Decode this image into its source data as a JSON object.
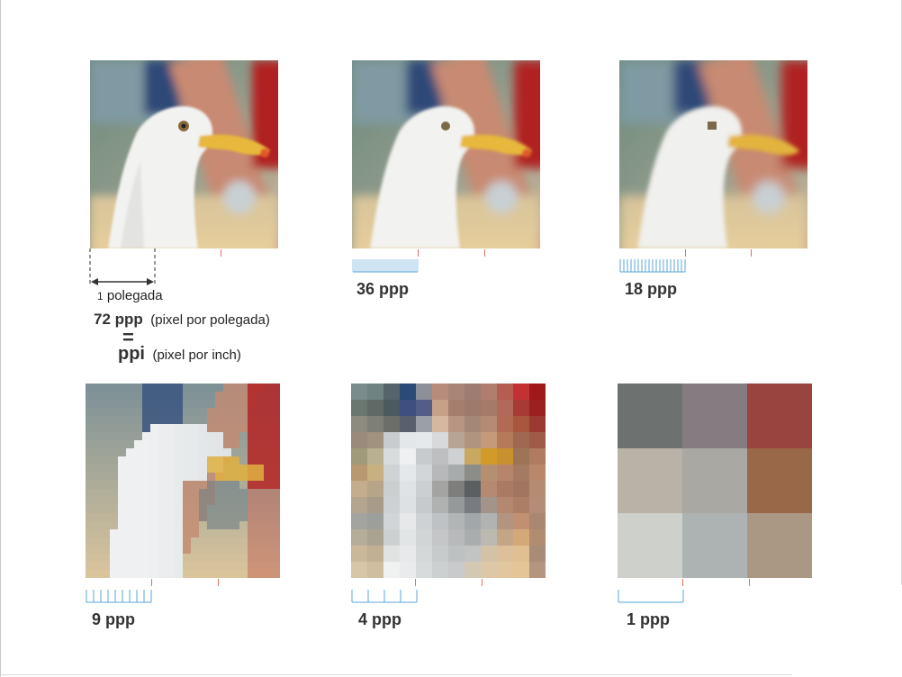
{
  "annotation": {
    "one_inch_num": "1",
    "one_inch_word": "polegada",
    "ppp72": "72 ppp",
    "ppp72_desc": "(pixel por polegada)",
    "equals": "=",
    "ppi": "ppi",
    "ppi_desc": "(pixel por inch)"
  },
  "panels": [
    {
      "label": "",
      "ppp": 72
    },
    {
      "label": "36 ppp",
      "ppp": 36
    },
    {
      "label": "18 ppp",
      "ppp": 18
    },
    {
      "label": "9 ppp",
      "ppp": 9
    },
    {
      "label": "4 ppp",
      "ppp": 4
    },
    {
      "label": "1 ppp",
      "ppp": 1
    }
  ],
  "colors": {
    "ruler_blue": "#5aa7d8",
    "red_tick": "#e07060",
    "arrow": "#333333"
  }
}
